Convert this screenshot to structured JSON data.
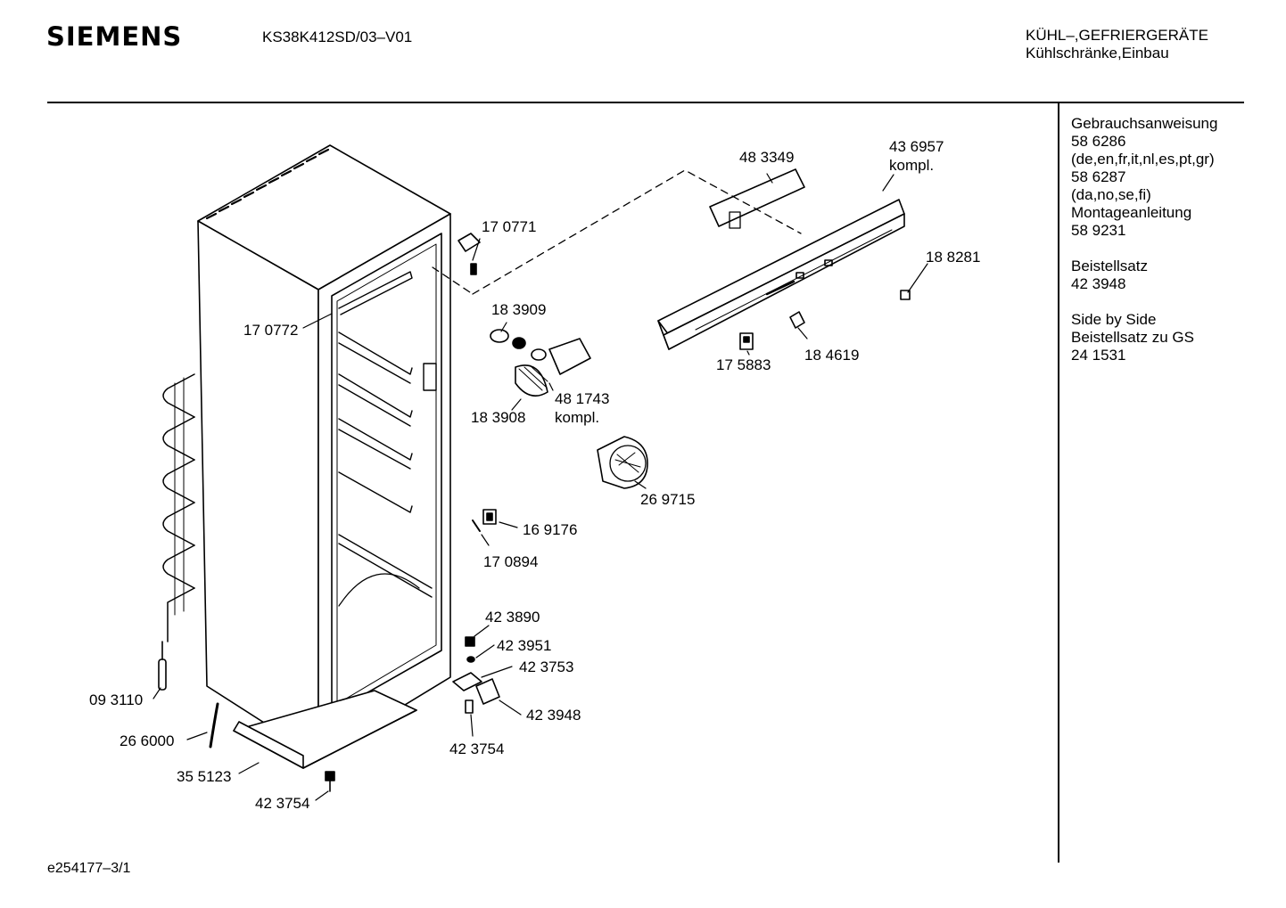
{
  "header": {
    "brand": "SIEMENS",
    "model": "KS38K412SD/03–V01",
    "category_line1": "KÜHL–,GEFRIERGERÄTE",
    "category_line2": "Kühlschränke,Einbau"
  },
  "side_notes": {
    "g1": [
      "Gebrauchsanweisung",
      "58 6286",
      "(de,en,fr,it,nl,es,pt,gr)",
      "58 6287",
      "(da,no,se,fi)",
      "Montageanleitung",
      "58 9231"
    ],
    "g2": [
      "Beistellsatz",
      "42 3948"
    ],
    "g3": [
      "Side by Side",
      "Beistellsatz zu GS",
      "24 1531"
    ]
  },
  "parts": {
    "p483349": "48 3349",
    "p436957": "43 6957",
    "p436957b": "kompl.",
    "p170771": "17 0771",
    "p188281": "18 8281",
    "p183909": "18 3909",
    "p170772": "17 0772",
    "p175883": "17 5883",
    "p184619": "18 4619",
    "p481743": "48 1743",
    "p481743b": "kompl.",
    "p183908": "18 3908",
    "p269715": "26 9715",
    "p169176": "16 9176",
    "p170894": "17 0894",
    "p423890": "42 3890",
    "p423951": "42 3951",
    "p423753": "42 3753",
    "p423948": "42 3948",
    "p423754a": "42 3754",
    "p093110": "09 3110",
    "p266000": "26 6000",
    "p355123": "35 5123",
    "p423754b": "42 3754"
  },
  "footer": {
    "code": "e254177–3/1"
  },
  "colors": {
    "ink": "#000000",
    "paper": "#ffffff",
    "shade": "#999999"
  }
}
